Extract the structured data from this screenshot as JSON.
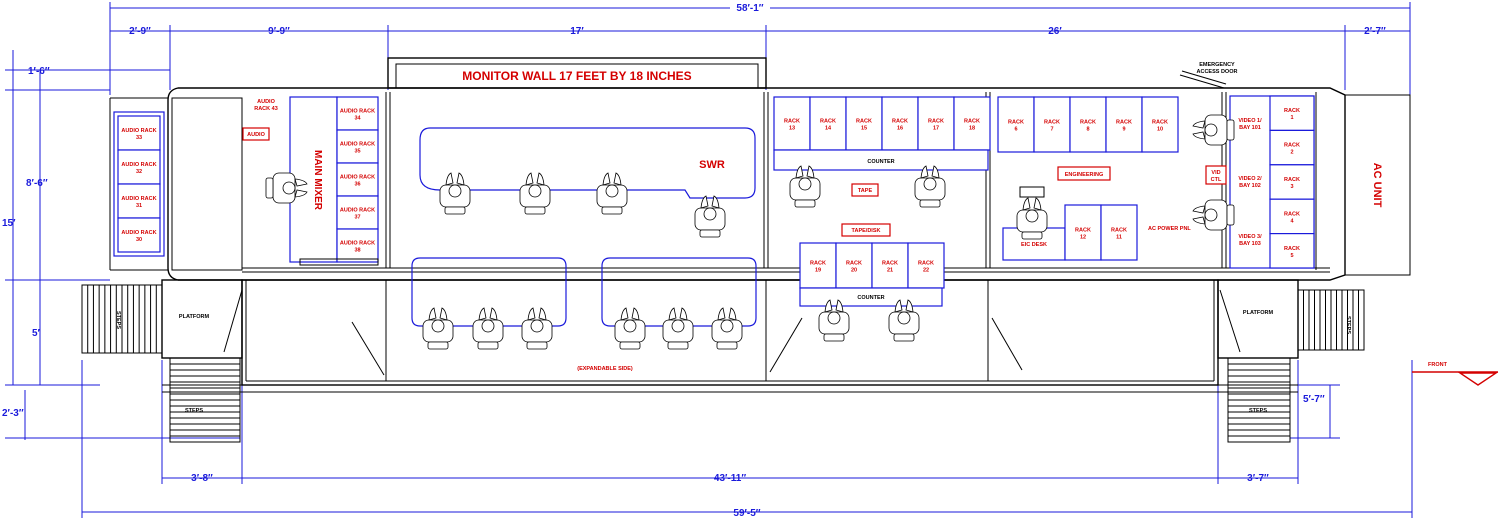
{
  "dims": {
    "overall_top": "58′-1″",
    "seg1": "2′-9″",
    "seg2": "9′-9″",
    "seg3": "17′",
    "seg4": "26′",
    "seg5": "2′-7″",
    "left_top": "1′-6″",
    "left_mid": "8′-6″",
    "left_total": "15′",
    "left_low": "5′",
    "left_bottom": "2′-3″",
    "bottom_left": "3′-8″",
    "bottom_mid": "43′-11″",
    "bottom_right": "3′-7″",
    "overall_bottom": "59′-5″",
    "right_steps": "5′-7″"
  },
  "labels": {
    "monitor_wall": "MONITOR WALL 17 FEET BY 18 INCHES",
    "main_mixer": "MAIN MIXER",
    "audio": "AUDIO",
    "audio_rack_43": "AUDIO RACK 43",
    "swr": "SWR",
    "tape": "TAPE",
    "tape_disk": "TAPE/DISK",
    "counter": "COUNTER",
    "engineering": "ENGINEERING",
    "vid_ctl": "VID CTL",
    "eic_desk": "EIC DESK",
    "ac_power_pnl": "AC POWER PNL",
    "emergency_door": "EMERGENCY ACCESS DOOR",
    "ac_unit": "AC UNIT",
    "expandable": "(EXPANDABLE SIDE)",
    "platform": "PLATFORM",
    "steps": "STEPS",
    "front": "FRONT"
  },
  "left_audio_racks": [
    "AUDIO RACK 33",
    "AUDIO RACK 32",
    "AUDIO RACK 31",
    "AUDIO RACK 30"
  ],
  "mixer_racks": [
    "AUDIO RACK 34",
    "AUDIO RACK 35",
    "AUDIO RACK 36",
    "AUDIO RACK 37",
    "AUDIO RACK 38"
  ],
  "tape_racks": [
    "RACK 13",
    "RACK 14",
    "RACK 15",
    "RACK 16",
    "RACK 17",
    "RACK 18"
  ],
  "eng_racks": [
    "RACK 6",
    "RACK 7",
    "RACK 8",
    "RACK 9",
    "RACK 10"
  ],
  "eic_racks": [
    "RACK 12",
    "RACK 11"
  ],
  "disk_racks": [
    "RACK 19",
    "RACK 20",
    "RACK 21",
    "RACK 22"
  ],
  "right_racks": [
    "RACK 1",
    "RACK 2",
    "RACK 3",
    "RACK 4",
    "RACK 5"
  ],
  "video_bays": [
    "VIDEO 1/ BAY 101",
    "VIDEO 2/ BAY 102",
    "VIDEO 3/ BAY 103"
  ]
}
